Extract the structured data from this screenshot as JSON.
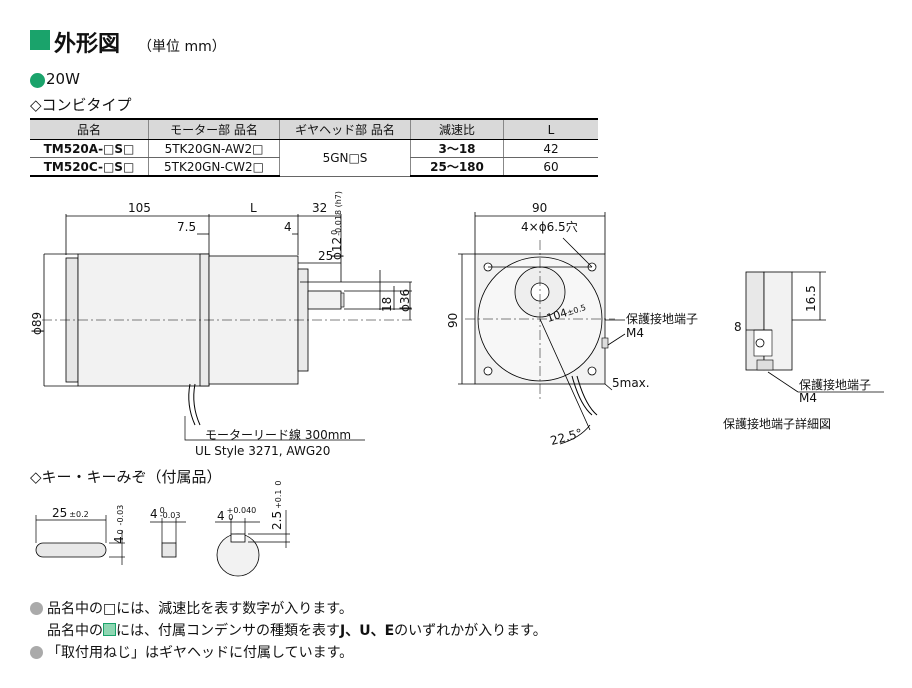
{
  "header": {
    "title": "外形図",
    "subtitle": "（単位 mm）"
  },
  "section": {
    "wattage": "20W",
    "type_heading": "◇コンビタイプ"
  },
  "spec_table": {
    "headers": [
      "品名",
      "モーター部 品名",
      "ギヤヘッド部 品名",
      "減速比",
      "L"
    ],
    "rows": [
      {
        "model": "TM520A-□S□",
        "motor": "5TK20GN-AW2□",
        "gearhead": "5GN□S",
        "ratio": "3～18",
        "l": "42"
      },
      {
        "model": "TM520C-□S□",
        "motor": "5TK20GN-CW2□",
        "gearhead": "5GN□S",
        "ratio": "25～180",
        "l": "60"
      }
    ]
  },
  "drawing": {
    "dims_side": {
      "d105": "105",
      "dL": "L",
      "d32": "32",
      "d7_5": "7.5",
      "d4": "4",
      "d25": "25",
      "shaft": "ϕ12",
      "shaft_tol_top": "0",
      "shaft_tol_bot": "-0.018 (h7)",
      "d18": "18",
      "d36": "ϕ36",
      "d89": "ϕ89"
    },
    "lead_label": "モーターリード線 300mm",
    "lead_spec": "UL Style 3271, AWG20",
    "dims_front": {
      "d90_top": "90",
      "holes": "4×ϕ6.5穴",
      "d104": "104",
      "d104_tol": "±0.5",
      "d90_left": "90",
      "ground_terminal": "保護接地端子",
      "m4": "M4",
      "d5max": "5max.",
      "angle": "22.5°"
    },
    "detail": {
      "d16_5": "16.5",
      "d8": "8",
      "ground_terminal": "保護接地端子",
      "m4": "M4",
      "caption": "保護接地端子詳細図"
    }
  },
  "key_section": {
    "heading": "◇キー・キーみぞ（付属品）",
    "key_len": "25",
    "key_len_tol": "±0.2",
    "key_h": "4",
    "key_h_tol_top": "0",
    "key_h_tol_bot": "-0.03",
    "key_w": "4",
    "key_w_tol_top": "0",
    "key_w_tol_bot": "-0.03",
    "slot_w": "4",
    "slot_w_tol_top": "+0.040",
    "slot_w_tol_bot": "0",
    "slot_d": "2.5",
    "slot_d_tol_top": "+0.1",
    "slot_d_tol_bot": "0"
  },
  "notes": {
    "n1": "品名中の□には、減速比を表す数字が入ります。",
    "n2_pre": "品名中の",
    "n2_mid": "には、付属コンデンサの種類を表す",
    "n2_codes": "J、U、E",
    "n2_post": "のいずれかが入ります。",
    "n3": "「取付用ねじ」はギヤヘッドに付属しています。"
  },
  "colors": {
    "accent": "#1aa36b",
    "body": "#f2f2f2",
    "gray_dot": "#aaaaaa"
  }
}
